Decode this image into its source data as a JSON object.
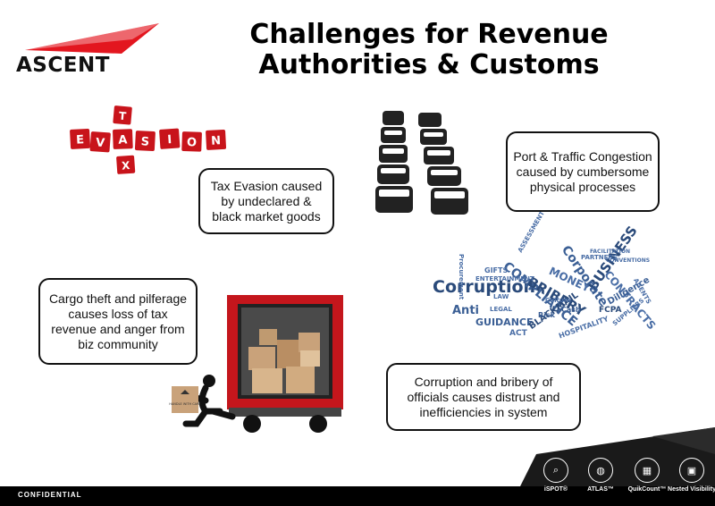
{
  "brand": {
    "logo_text": "ASCENT",
    "accent_color": "#e3161f"
  },
  "title": {
    "line1": "Challenges for Revenue",
    "line2": "Authorities & Customs"
  },
  "callouts": [
    {
      "text": "Tax Evasion caused by undeclared & black market goods"
    },
    {
      "text": "Port & Traffic Congestion caused by cumbersome physical processes"
    },
    {
      "text": "Cargo theft and pilferage causes loss of tax revenue and anger from biz community"
    },
    {
      "text": "Corruption and bribery of officials causes distrust and inefficiencies in system"
    }
  ],
  "tiles": {
    "horizontal": [
      "E",
      "V",
      "A",
      "S",
      "I",
      "O",
      "N"
    ],
    "vertical": [
      "T",
      "A",
      "",
      "X"
    ]
  },
  "word_cloud": {
    "words": [
      "Corruption",
      "COMPLIANCE",
      "BRIBERY",
      "MONEY",
      "BUSINESS",
      "Corporate",
      "CONTRACTS",
      "GUIDANCE",
      "BLACKMAIL",
      "Anti",
      "ACT",
      "HOSPITALITY",
      "GIFTS",
      "ENTERTAINMENT",
      "Diligence",
      "FCPA",
      "PARTNERS",
      "AGENTS",
      "Procurement",
      "LEGAL",
      "SUPPLIERS",
      "CONVENTIONS",
      "ASSESSMENT",
      "Cash",
      "FACILITATION",
      "Risk",
      "Culture",
      "LAW"
    ]
  },
  "box_label": "HANDLE WITH CARE",
  "footer": {
    "confidential": "CONFIDENTIAL",
    "products": [
      "iSPOT®",
      "ATLAS™",
      "QuikCount™",
      "Nested Visibility"
    ]
  }
}
